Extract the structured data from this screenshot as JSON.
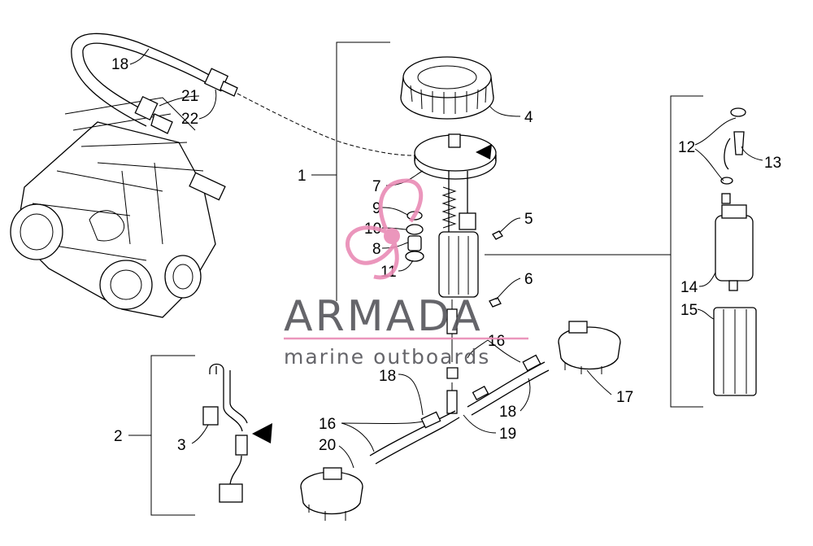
{
  "diagram": {
    "callouts": {
      "n1": "1",
      "n2": "2",
      "n3": "3",
      "n4": "4",
      "n5": "5",
      "n6": "6",
      "n7": "7",
      "n8": "8",
      "n9": "9",
      "n10": "10",
      "n11": "11",
      "n12": "12",
      "n13": "13",
      "n14": "14",
      "n15": "15",
      "n16a": "16",
      "n16b": "16",
      "n17": "17",
      "n18a": "18",
      "n18b": "18",
      "n18c": "18",
      "n19": "19",
      "n20": "20",
      "n21": "21",
      "n22": "22"
    }
  },
  "watermark": {
    "brand": "ARMADA",
    "tagline": "marine outboards",
    "accent_color": "#e98bb5",
    "text_color": "#55555a"
  }
}
